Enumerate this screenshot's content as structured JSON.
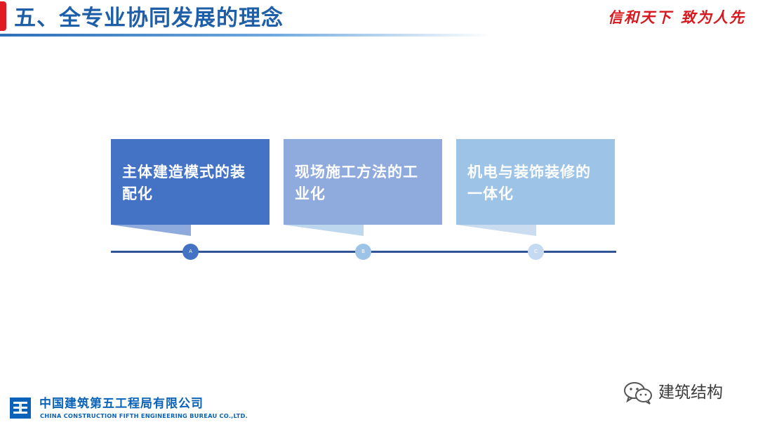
{
  "header": {
    "title": "五、全专业协同发展的理念",
    "slogan_left": "信和天下",
    "slogan_right": "致为人先"
  },
  "cards": [
    {
      "text": "主体建造模式的装配化",
      "node_label": "A",
      "color": "#4472c4"
    },
    {
      "text": "现场施工方法的工业化",
      "node_label": "B",
      "color": "#8faadc"
    },
    {
      "text": "机电与装饰装修的一体化",
      "node_label": "C",
      "color": "#9dc3e6"
    }
  ],
  "footer": {
    "company_cn": "中国建筑第五工程局有限公司",
    "company_en": "CHINA CONSTRUCTION FIFTH ENGINEERING BUREAU CO.,LTD.",
    "watermark": "建筑结构"
  },
  "colors": {
    "title": "#1f5fa8",
    "slogan": "#d7191f",
    "accent_red": "#e11b22",
    "timeline": "#2f5597",
    "brand_blue": "#0a63b8"
  }
}
